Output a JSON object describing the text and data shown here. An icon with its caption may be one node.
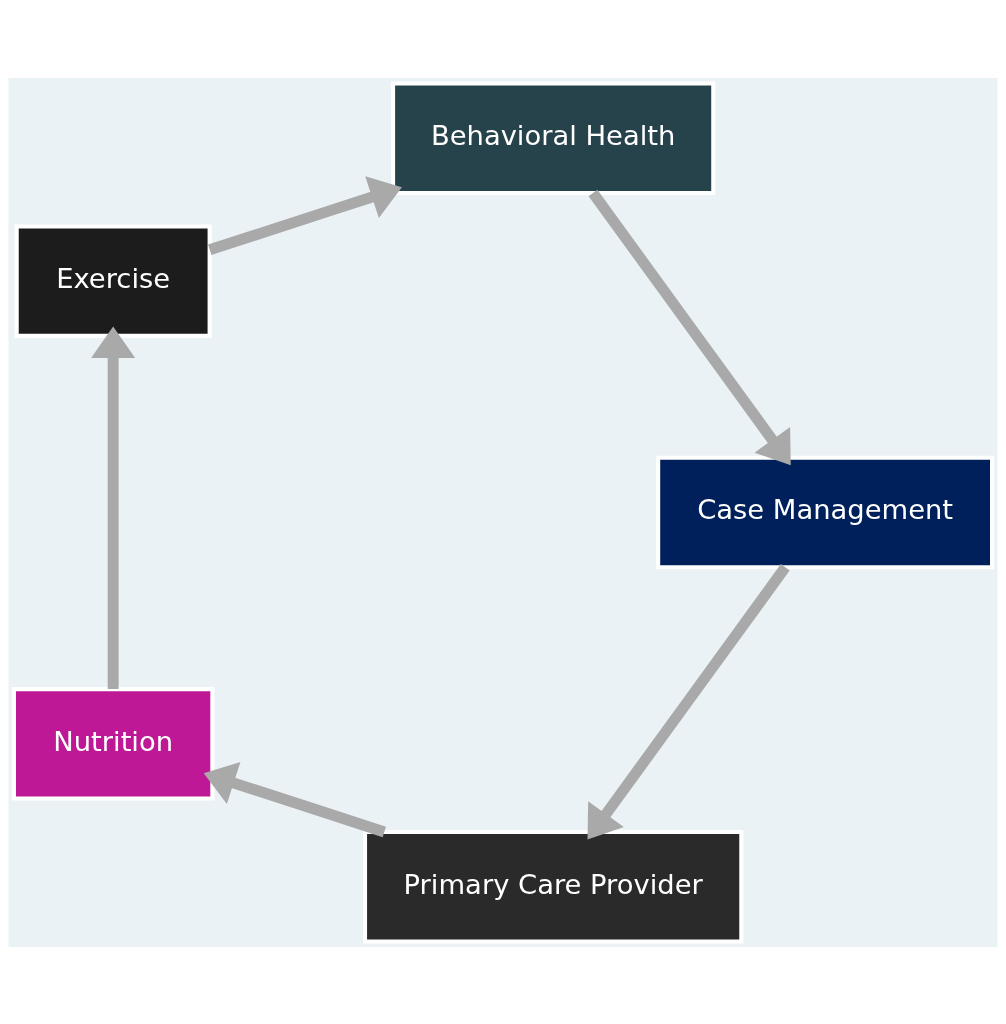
{
  "diagram": {
    "nodes": [
      {
        "text": [
          "Primary Care Provider"
        ]
      },
      {
        "text": [
          "Nutrition"
        ]
      },
      {
        "text": [
          "Exercise"
        ]
      },
      {
        "text": [
          "Behavioral Health"
        ]
      },
      {
        "text": [
          "Case Management"
        ]
      }
    ],
    "edges": [
      {
        "from": 0,
        "to": 1,
        "arrow": "to"
      },
      {
        "from": 1,
        "to": 2,
        "arrow": "to"
      },
      {
        "from": 2,
        "to": 3,
        "arrow": "to"
      },
      {
        "from": 3,
        "to": 4,
        "arrow": "to"
      },
      {
        "from": 4,
        "to": 0,
        "arrow": "to"
      }
    ]
  }
}
